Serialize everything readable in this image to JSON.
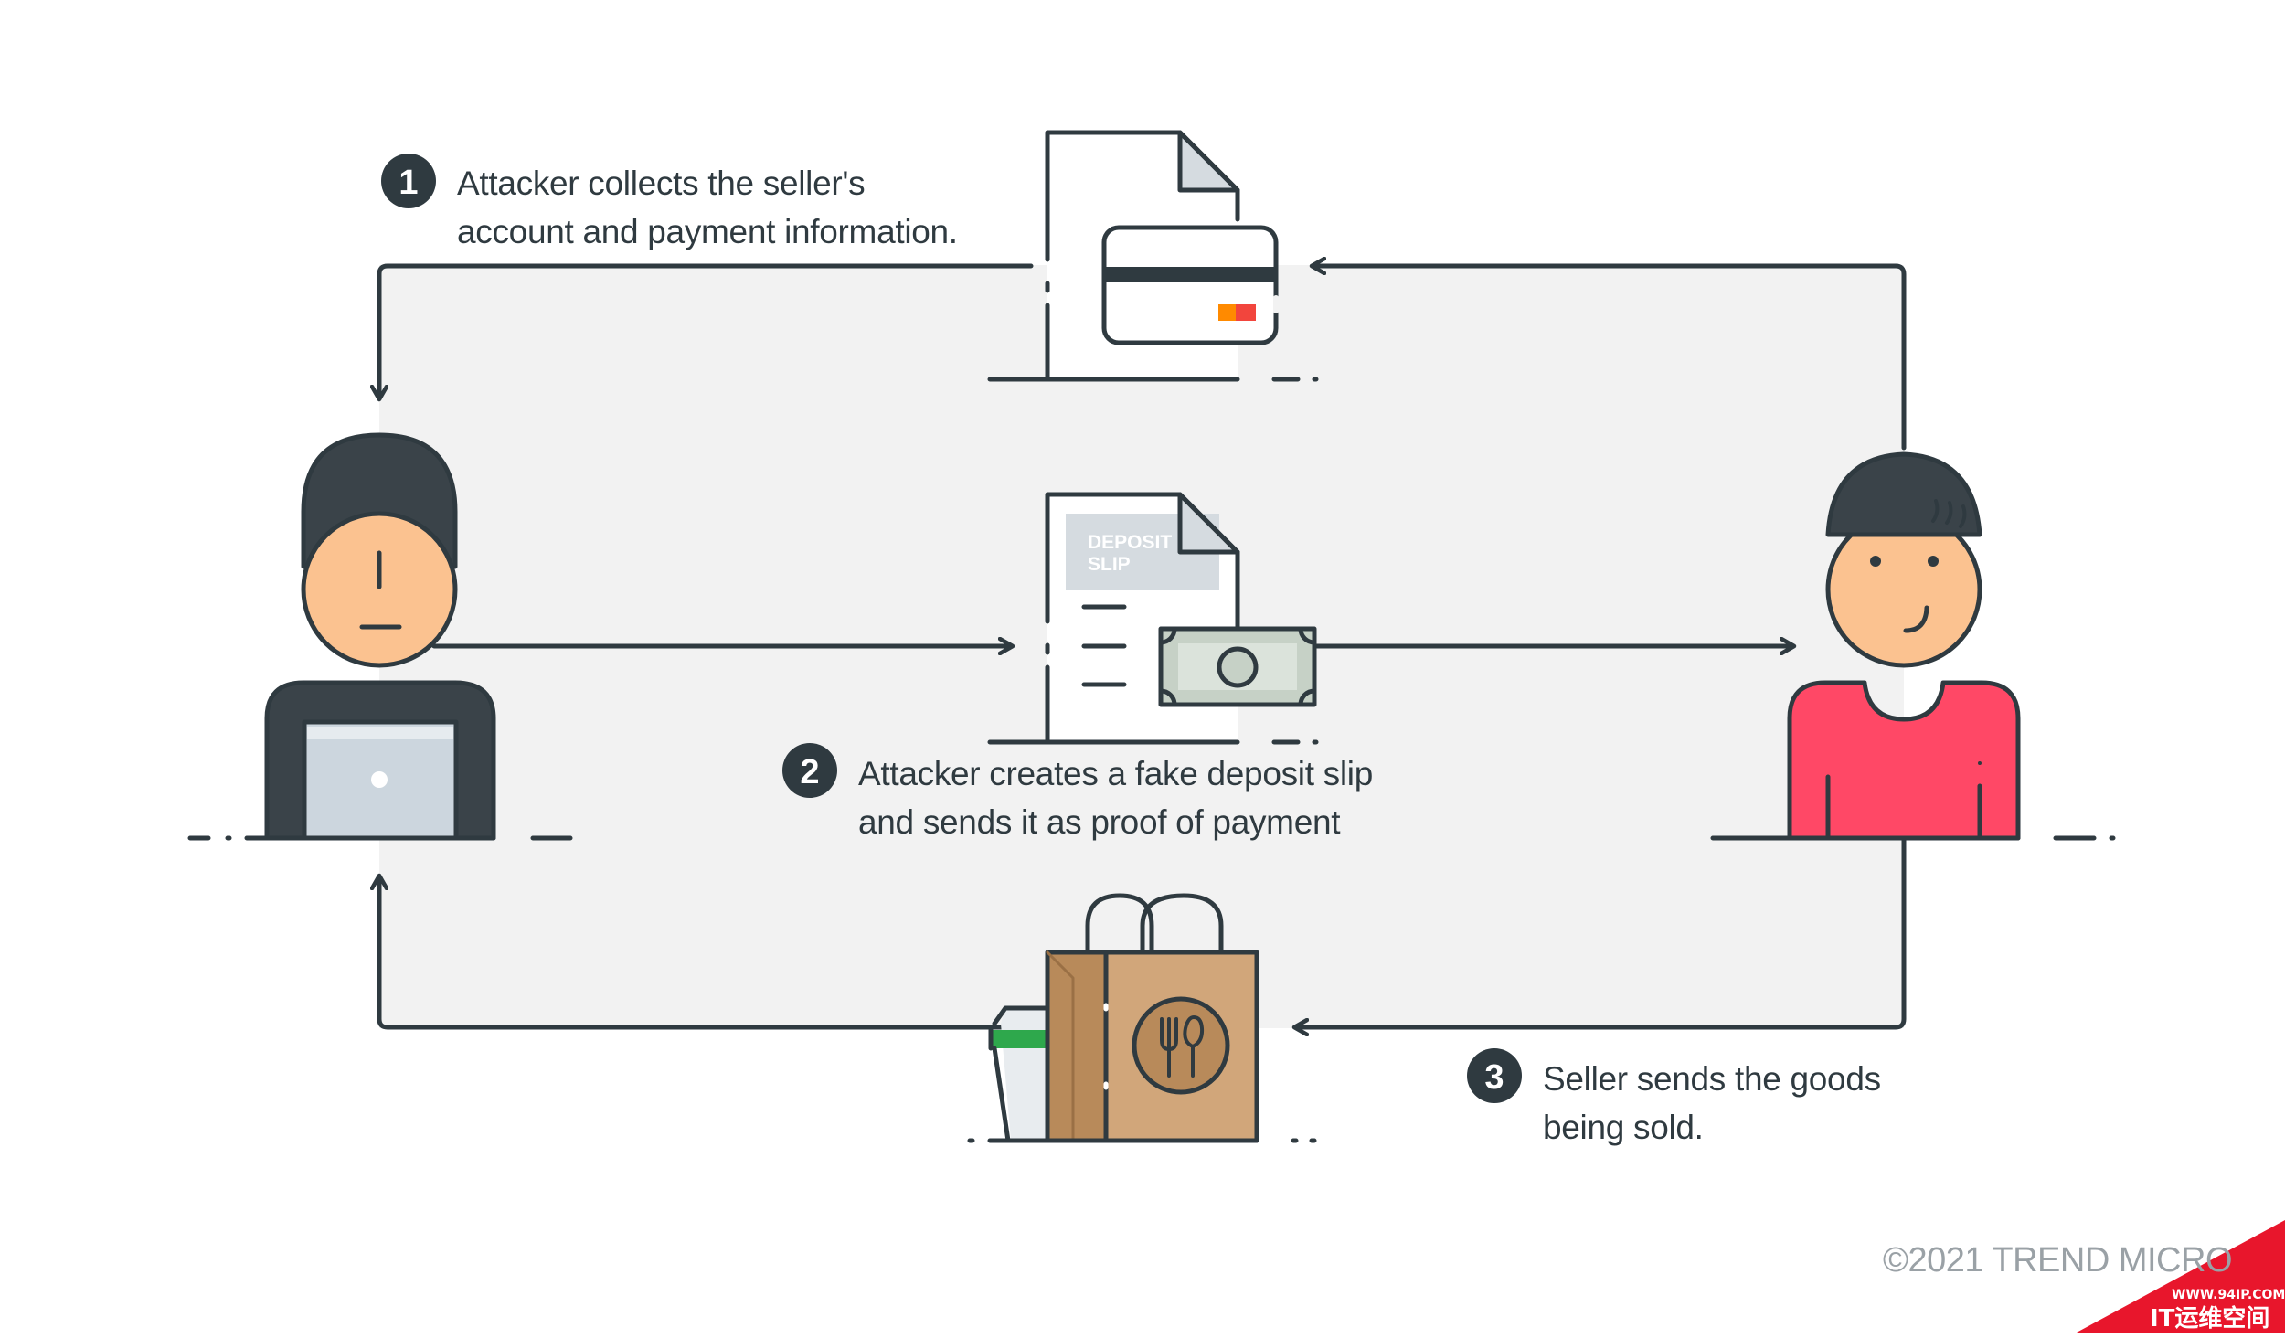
{
  "steps": [
    {
      "number": "1",
      "line1": "Attacker collects the seller's",
      "line2": "account and payment information."
    },
    {
      "number": "2",
      "line1": "Attacker creates a fake deposit slip",
      "line2": "and sends it as proof of payment"
    },
    {
      "number": "3",
      "line1": "Seller sends the goods",
      "line2": "being sold."
    }
  ],
  "deposit_slip": {
    "line1": "DEPOSIT",
    "line2": "SLIP"
  },
  "copyright": "©2021 TREND MICRO",
  "watermark": {
    "url": "WWW.94IP.COM",
    "name": "IT运维空间"
  },
  "colors": {
    "stroke": "#2f3a40",
    "panel": "#f2f2f2",
    "skin": "#fbc290",
    "shirt": "#ff4866",
    "bag": "#d1a67a",
    "money": "#c6d1c6",
    "laptop": "#ccd6de",
    "watermark_red": "#e8162c"
  }
}
